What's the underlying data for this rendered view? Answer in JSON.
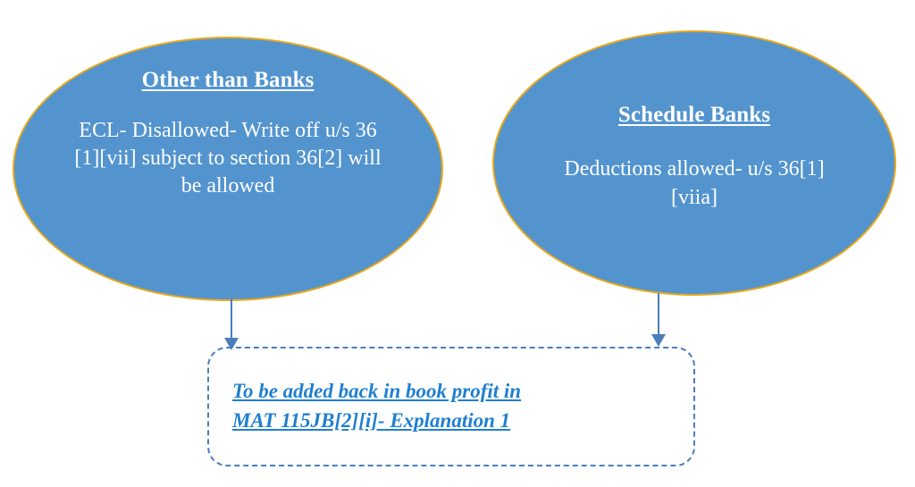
{
  "diagram": {
    "title": "ECL treatment flow diagram",
    "colors": {
      "ellipse_fill": "#5394CE",
      "ellipse_border": "#E8A81C",
      "ellipse_text": "#FFFFFF",
      "connector": "#4A7EBB",
      "result_border": "#4A7EBB",
      "result_text": "#1F7FD0",
      "background": "#FFFFFF"
    },
    "nodes": {
      "other_than_banks": {
        "heading": "Other than Banks",
        "body": "ECL- Disallowed-  Write off u/s 36 [1][vii] subject to section 36[2] will be allowed"
      },
      "schedule_banks": {
        "heading": "Schedule Banks",
        "body": "Deductions allowed- u/s 36[1][viia]"
      },
      "result": {
        "text": "To be added  back in book profit in\nMAT 115JB[2][i]- Explanation 1"
      }
    },
    "connectors": [
      {
        "name": "arrow-other-than-banks-to-result",
        "from": "other_than_banks",
        "to": "result",
        "style": "solid-line-with-arrowhead"
      },
      {
        "name": "arrow-schedule-banks-to-result",
        "from": "schedule_banks",
        "to": "result",
        "style": "solid-line-with-arrowhead"
      }
    ]
  }
}
